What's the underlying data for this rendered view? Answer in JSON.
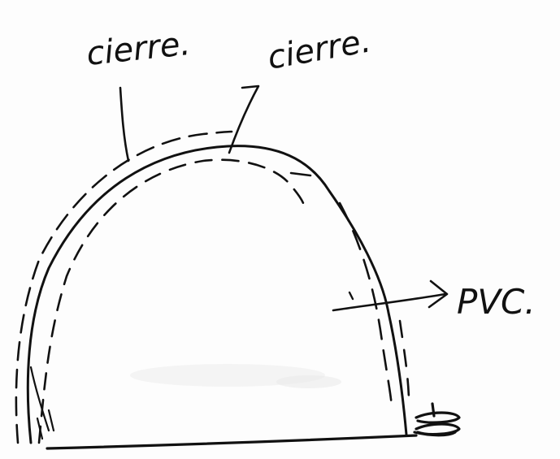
{
  "labels": {
    "left_closure": "cierre.",
    "right_closure": "cierre.",
    "material": "PVC."
  },
  "colors": {
    "ink": "#111111",
    "paper": "#fdfdfd",
    "smudge": "#e8e8e8"
  }
}
